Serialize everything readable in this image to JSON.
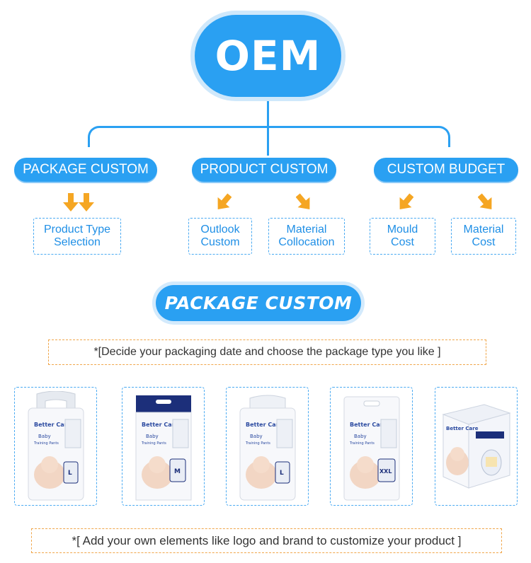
{
  "root": {
    "label": "OEM"
  },
  "categories": [
    {
      "label": "PACKAGE CUSTOM",
      "items": [
        "Product Type\nSelection"
      ]
    },
    {
      "label": "PRODUCT CUSTOM",
      "items": [
        "Outlook\nCustom",
        "Material\nCollocation"
      ]
    },
    {
      "label": "CUSTOM BUDGET",
      "items": [
        "Mould\nCost",
        "Material\nCost"
      ]
    }
  ],
  "sub_items": {
    "product_type_line1": "Product Type",
    "product_type_line2": "Selection",
    "outlook_line1": "Outlook",
    "outlook_line2": "Custom",
    "material_coll_line1": "Material",
    "material_coll_line2": "Collocation",
    "mould_line1": "Mould",
    "mould_line2": "Cost",
    "material_cost_line1": "Material",
    "material_cost_line2": "Cost"
  },
  "section": {
    "title": "PACKAGE CUSTOM"
  },
  "notes": {
    "top": "*[Decide your packaging date and choose the package type you like ]",
    "bottom": "*[ Add your own elements like logo and brand to customize your product ]"
  },
  "packages": {
    "brand": "Better Care",
    "product_line1": "Baby",
    "product_line2": "Training Pants",
    "sizes": [
      "L",
      "M",
      "L",
      "XXL",
      ""
    ]
  },
  "colors": {
    "accent": "#2aa0f2",
    "arrow": "#f5a623",
    "note_border": "#f0a64a",
    "dark_pack": "#1c2f7a"
  }
}
